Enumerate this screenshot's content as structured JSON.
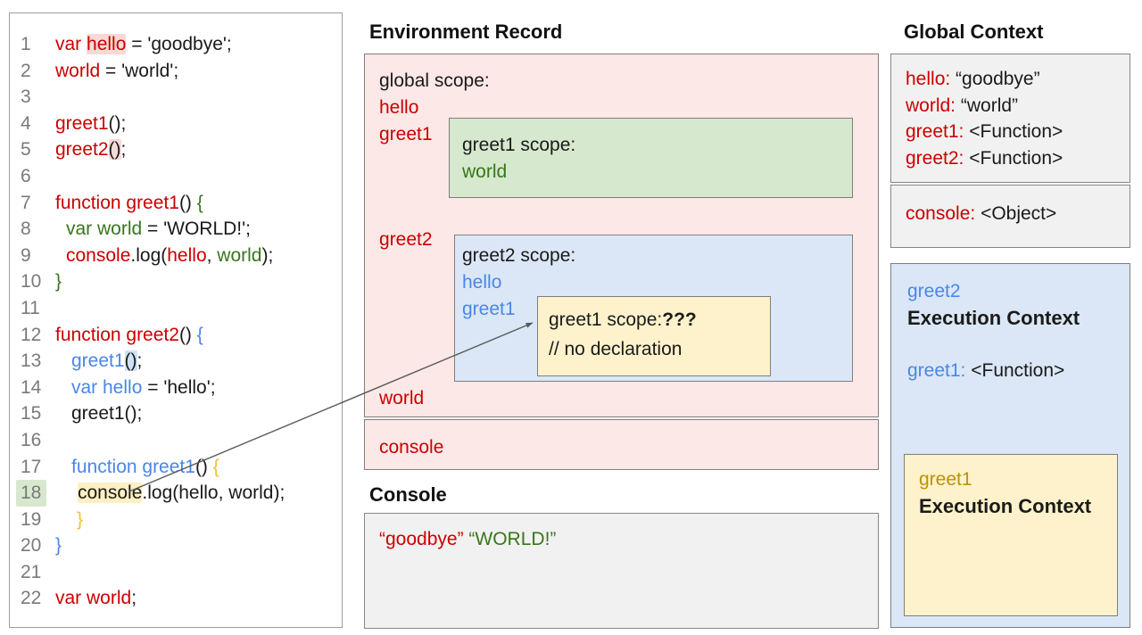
{
  "colors": {
    "scope_red": "#cc0000",
    "scope_green": "#38761d",
    "scope_blue": "#4a86e8",
    "scope_gold": "#bf9000",
    "pink_bg": "#fce8e6",
    "green_bg": "#d6e8cd",
    "blue_bg": "#dbe7f6",
    "yellow_bg": "#fdf2cb",
    "gray_bg": "#f1f1f1"
  },
  "code_panel": {
    "lines": [
      {
        "n": "1",
        "ind": 0,
        "parts": [
          {
            "t": "var ",
            "c": "red"
          },
          {
            "t": "hello",
            "c": "red",
            "h": "pink"
          },
          {
            "t": " = 'goodbye';",
            "c": "blk"
          }
        ]
      },
      {
        "n": "2",
        "ind": 0,
        "parts": [
          {
            "t": "world",
            "c": "red"
          },
          {
            "t": " = 'world';",
            "c": "blk"
          }
        ]
      },
      {
        "n": "3",
        "ind": 0,
        "parts": []
      },
      {
        "n": "4",
        "ind": 0,
        "parts": [
          {
            "t": "greet1",
            "c": "red"
          },
          {
            "t": "();",
            "c": "blk"
          }
        ]
      },
      {
        "n": "5",
        "ind": 0,
        "parts": [
          {
            "t": "greet2",
            "c": "red"
          },
          {
            "t": "()",
            "c": "blk",
            "h": "pink"
          },
          {
            "t": ";",
            "c": "blk"
          }
        ]
      },
      {
        "n": "6",
        "ind": 0,
        "parts": []
      },
      {
        "n": "7",
        "ind": 0,
        "parts": [
          {
            "t": "function greet1",
            "c": "red"
          },
          {
            "t": "() ",
            "c": "blk"
          },
          {
            "t": "{",
            "c": "green"
          }
        ]
      },
      {
        "n": "8",
        "ind": 12,
        "parts": [
          {
            "t": "var world",
            "c": "green"
          },
          {
            "t": " = 'WORLD!';",
            "c": "blk"
          }
        ]
      },
      {
        "n": "9",
        "ind": 12,
        "parts": [
          {
            "t": "console",
            "c": "red"
          },
          {
            "t": ".log(",
            "c": "blk"
          },
          {
            "t": "hello",
            "c": "red"
          },
          {
            "t": ", ",
            "c": "blk"
          },
          {
            "t": "world",
            "c": "green"
          },
          {
            "t": ");",
            "c": "blk"
          }
        ]
      },
      {
        "n": "10",
        "ind": 0,
        "parts": [
          {
            "t": "}",
            "c": "green"
          }
        ]
      },
      {
        "n": "11",
        "ind": 0,
        "parts": []
      },
      {
        "n": "12",
        "ind": 0,
        "parts": [
          {
            "t": "function greet2",
            "c": "red"
          },
          {
            "t": "() ",
            "c": "blk"
          },
          {
            "t": "{",
            "c": "blue"
          }
        ]
      },
      {
        "n": "13",
        "ind": 18,
        "parts": [
          {
            "t": "greet1",
            "c": "blue"
          },
          {
            "t": "()",
            "c": "blk",
            "h": "blue"
          },
          {
            "t": ";",
            "c": "blk"
          }
        ]
      },
      {
        "n": "14",
        "ind": 18,
        "parts": [
          {
            "t": "var hello",
            "c": "blue"
          },
          {
            "t": " = 'hello';",
            "c": "blk"
          }
        ]
      },
      {
        "n": "15",
        "ind": 18,
        "parts": [
          {
            "t": "greet1();",
            "c": "blk"
          }
        ]
      },
      {
        "n": "16",
        "ind": 0,
        "parts": []
      },
      {
        "n": "17",
        "ind": 18,
        "parts": [
          {
            "t": "function greet1",
            "c": "blue"
          },
          {
            "t": "() ",
            "c": "blk"
          },
          {
            "t": "{",
            "c": "gold"
          }
        ]
      },
      {
        "n": "18",
        "ind": 25,
        "numh": "green",
        "parts": [
          {
            "t": "console",
            "c": "blk",
            "h": "yellow"
          },
          {
            "t": ".log(hello, world);",
            "c": "blk"
          }
        ]
      },
      {
        "n": "19",
        "ind": 24,
        "parts": [
          {
            "t": "}",
            "c": "gold"
          }
        ]
      },
      {
        "n": "20",
        "ind": 0,
        "parts": [
          {
            "t": "}",
            "c": "blue"
          }
        ]
      },
      {
        "n": "21",
        "ind": 0,
        "parts": []
      },
      {
        "n": "22",
        "ind": 0,
        "parts": [
          {
            "t": "var world",
            "c": "red"
          },
          {
            "t": ";",
            "c": "blk"
          }
        ]
      }
    ]
  },
  "environment_record": {
    "heading": "Environment Record",
    "global_scope": {
      "label": "global scope:",
      "vars": [
        "hello",
        "greet1",
        "greet2",
        "world"
      ]
    },
    "greet1_scope": {
      "label": "greet1 scope:",
      "vars": [
        "world"
      ]
    },
    "greet2_scope": {
      "label": "greet2 scope:",
      "vars": [
        "hello",
        "greet1"
      ]
    },
    "inner_greet1_scope": {
      "label": "greet1 scope:",
      "unknown": "???",
      "comment": "// no declaration"
    },
    "console_var": "console"
  },
  "console_panel": {
    "heading": "Console",
    "entries": [
      {
        "text": "“goodbye”",
        "color": "red"
      },
      {
        "text": "“WORLD!”",
        "color": "green"
      }
    ]
  },
  "global_context": {
    "heading": "Global Context",
    "vars": [
      {
        "name": "hello:",
        "value": "“goodbye”"
      },
      {
        "name": "world:",
        "value": "“world”"
      },
      {
        "name": "greet1:",
        "value": "<Function>"
      },
      {
        "name": "greet2:",
        "value": "<Function>"
      }
    ],
    "console": {
      "name": "console:",
      "value": "<Object>"
    }
  },
  "greet2_context": {
    "name": "greet2",
    "heading": "Execution Context",
    "var": {
      "name": "greet1:",
      "value": "<Function>"
    }
  },
  "greet1_context": {
    "name": "greet1",
    "heading": "Execution Context"
  }
}
